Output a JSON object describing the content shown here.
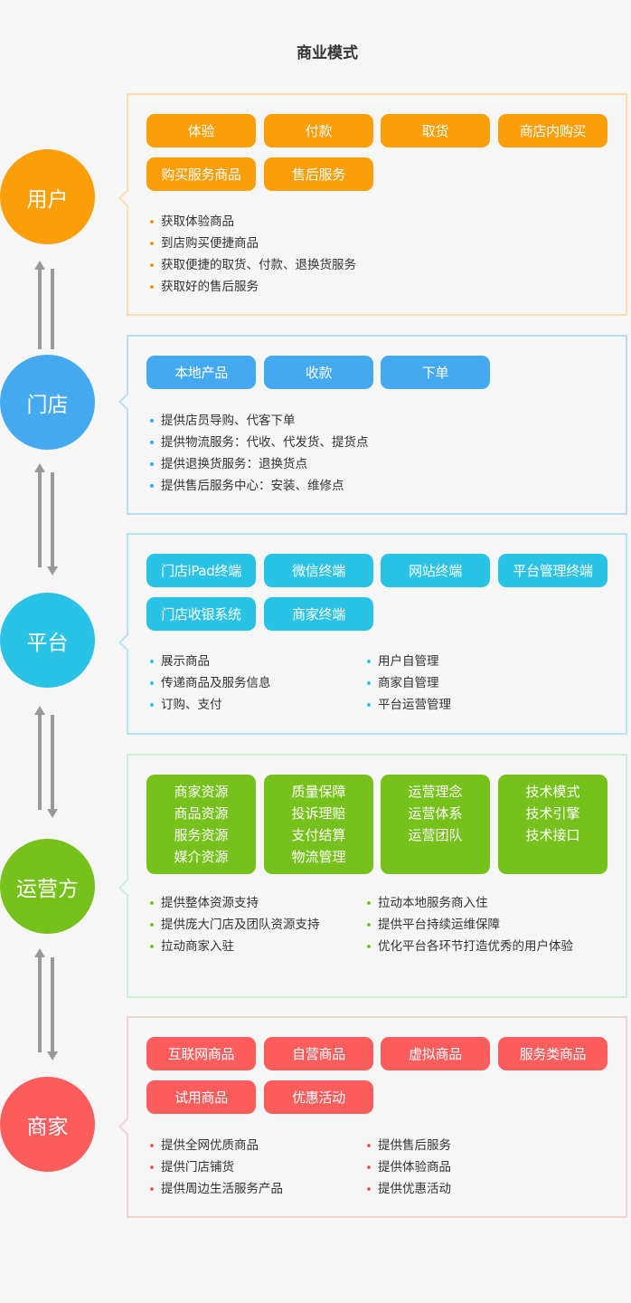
{
  "title": "商业模式",
  "colors": {
    "user": "#fa9e0a",
    "store": "#45a9f0",
    "platform": "#2bc3e5",
    "operator": "#76c11b",
    "merchant": "#fb5d5d",
    "arrow": "#9a9a9a"
  },
  "sections": {
    "user": {
      "label": "用户",
      "pills": [
        "体验",
        "付款",
        "取货",
        "商店内购买",
        "购买服务商品",
        "售后服务"
      ],
      "bullets": [
        "获取体验商品",
        "到店购买便捷商品",
        "获取便捷的取货、付款、退换货服务",
        "获取好的售后服务"
      ]
    },
    "store": {
      "label": "门店",
      "pills": [
        "本地产品",
        "收款",
        "下单"
      ],
      "bullets": [
        "提供店员导购、代客下单",
        "提供物流服务：代收、代发货、提货点",
        "提供退换货服务：退换货点",
        "提供售后服务中心：安装、维修点"
      ]
    },
    "platform": {
      "label": "平台",
      "pills": [
        "门店iPad终端",
        "微信终端",
        "网站终端",
        "平台管理终端",
        "门店收银系统",
        "商家终端"
      ],
      "bullets_left": [
        "展示商品",
        "传递商品及服务信息",
        "订购、支付"
      ],
      "bullets_right": [
        "用户自管理",
        "商家自管理",
        "平台运营管理"
      ]
    },
    "operator": {
      "label": "运营方",
      "blocks": [
        [
          "商家资源",
          "商品资源",
          "服务资源",
          "媒介资源"
        ],
        [
          "质量保障",
          "投诉理赔",
          "支付结算",
          "物流管理"
        ],
        [
          "运营理念",
          "运营体系",
          "运营团队"
        ],
        [
          "技术模式",
          "技术引擎",
          "技术接口"
        ]
      ],
      "bullets_left": [
        "提供整体资源支持",
        "提供庞大门店及团队资源支持",
        "拉动商家入驻"
      ],
      "bullets_right": [
        "拉动本地服务商入住",
        "提供平台持续运维保障",
        "优化平台各环节打造优秀的用户体验"
      ]
    },
    "merchant": {
      "label": "商家",
      "pills": [
        "互联网商品",
        "自营商品",
        "虚拟商品",
        "服务类商品",
        "试用商品",
        "优惠活动"
      ],
      "bullets_left": [
        "提供全网优质商品",
        "提供门店铺货",
        "提供周边生活服务产品"
      ],
      "bullets_right": [
        "提供售后服务",
        "提供体验商品",
        "提供优惠活动"
      ]
    }
  }
}
